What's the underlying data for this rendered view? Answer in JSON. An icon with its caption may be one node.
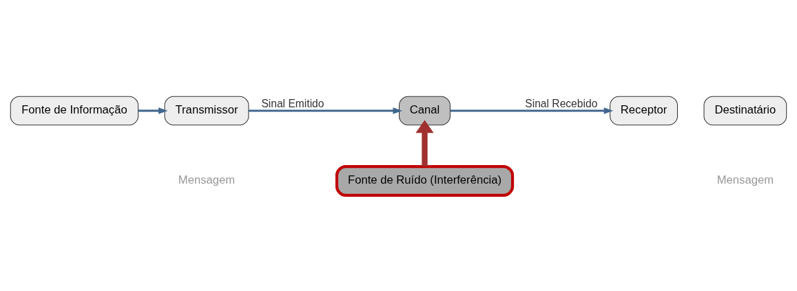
{
  "diagram": {
    "nodes": [
      {
        "text": [
          "Fonte de Informação"
        ]
      },
      {
        "text": [
          "Transmissor"
        ]
      },
      {
        "text": [
          "Canal"
        ]
      },
      {
        "text": [
          "Receptor"
        ]
      },
      {
        "text": [
          "Destinatário"
        ]
      },
      {
        "text": [
          "Fonte de Ruído (Interferência)"
        ]
      }
    ],
    "edges": [
      {
        "from": 0,
        "to": 1,
        "arrow": "to"
      },
      {
        "from": 1,
        "to": 2,
        "arrow": "to",
        "label": "Sinal Emitido"
      },
      {
        "from": 2,
        "to": 3,
        "arrow": "to",
        "label": "Sinal Recebido"
      },
      {
        "from": 5,
        "to": 2,
        "arrow": "to",
        "style": "thick",
        "color": "#a0302f"
      }
    ],
    "labels": [
      "Mensagem",
      "Mensagem"
    ]
  }
}
